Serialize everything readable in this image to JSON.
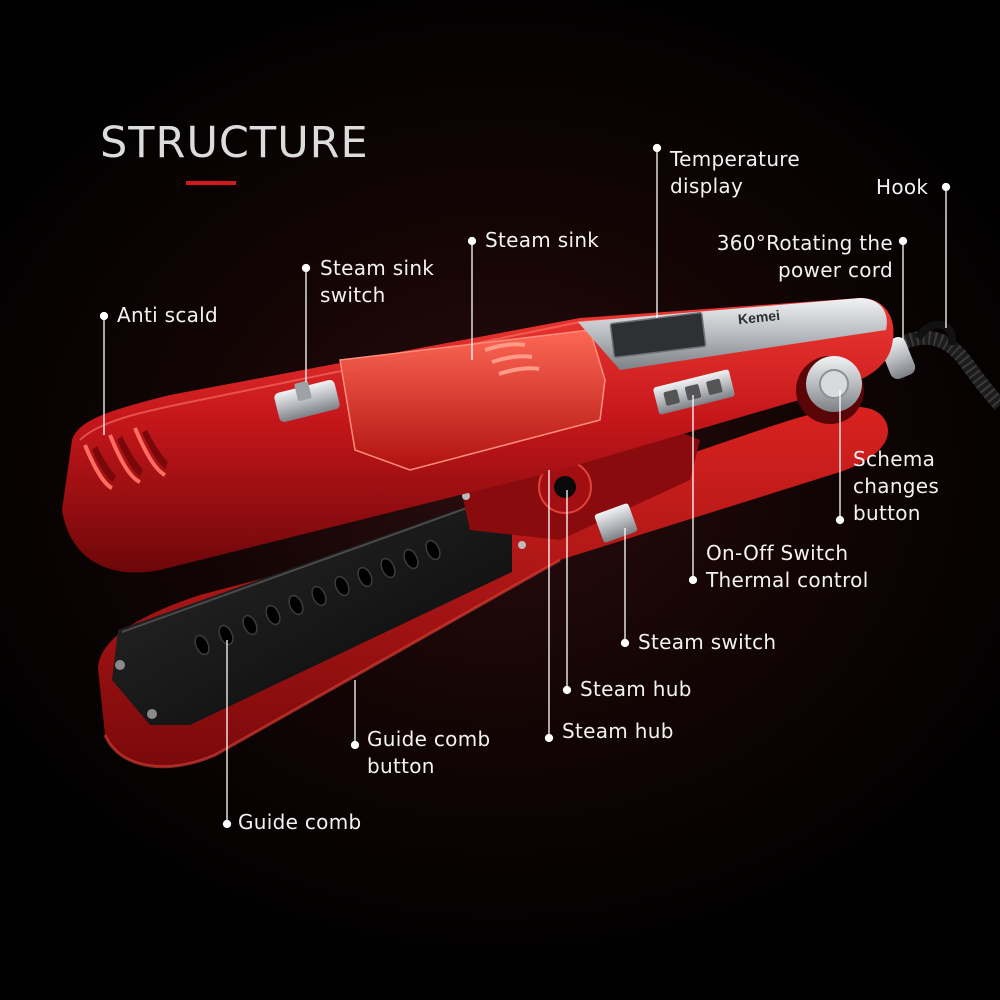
{
  "title": "STRUCTURE",
  "brand_text": "Kemei",
  "labels": {
    "anti_scald": "Anti scald",
    "steam_sink_switch": [
      "Steam sink",
      "switch"
    ],
    "steam_sink": "Steam sink",
    "temperature_display": [
      "Temperature",
      "display"
    ],
    "hook": "Hook",
    "rotating_cord": [
      "360°Rotating the",
      "power cord"
    ],
    "schema_button": [
      "Schema",
      "changes",
      "button"
    ],
    "onoff_switch": [
      "On-Off Switch",
      "Thermal control"
    ],
    "steam_switch": "Steam switch",
    "steam_hub_1": "Steam hub",
    "steam_hub_2": "Steam hub",
    "guide_comb_button": [
      "Guide comb",
      "button"
    ],
    "guide_comb": "Guide comb"
  },
  "colors": {
    "background": "#000000",
    "device_red": "#c0171b",
    "accent_red": "#d4191d",
    "plate": "#141414",
    "silver": "#b9bcc0",
    "label_text": "#f2f2f2",
    "line": "#ffffff"
  }
}
